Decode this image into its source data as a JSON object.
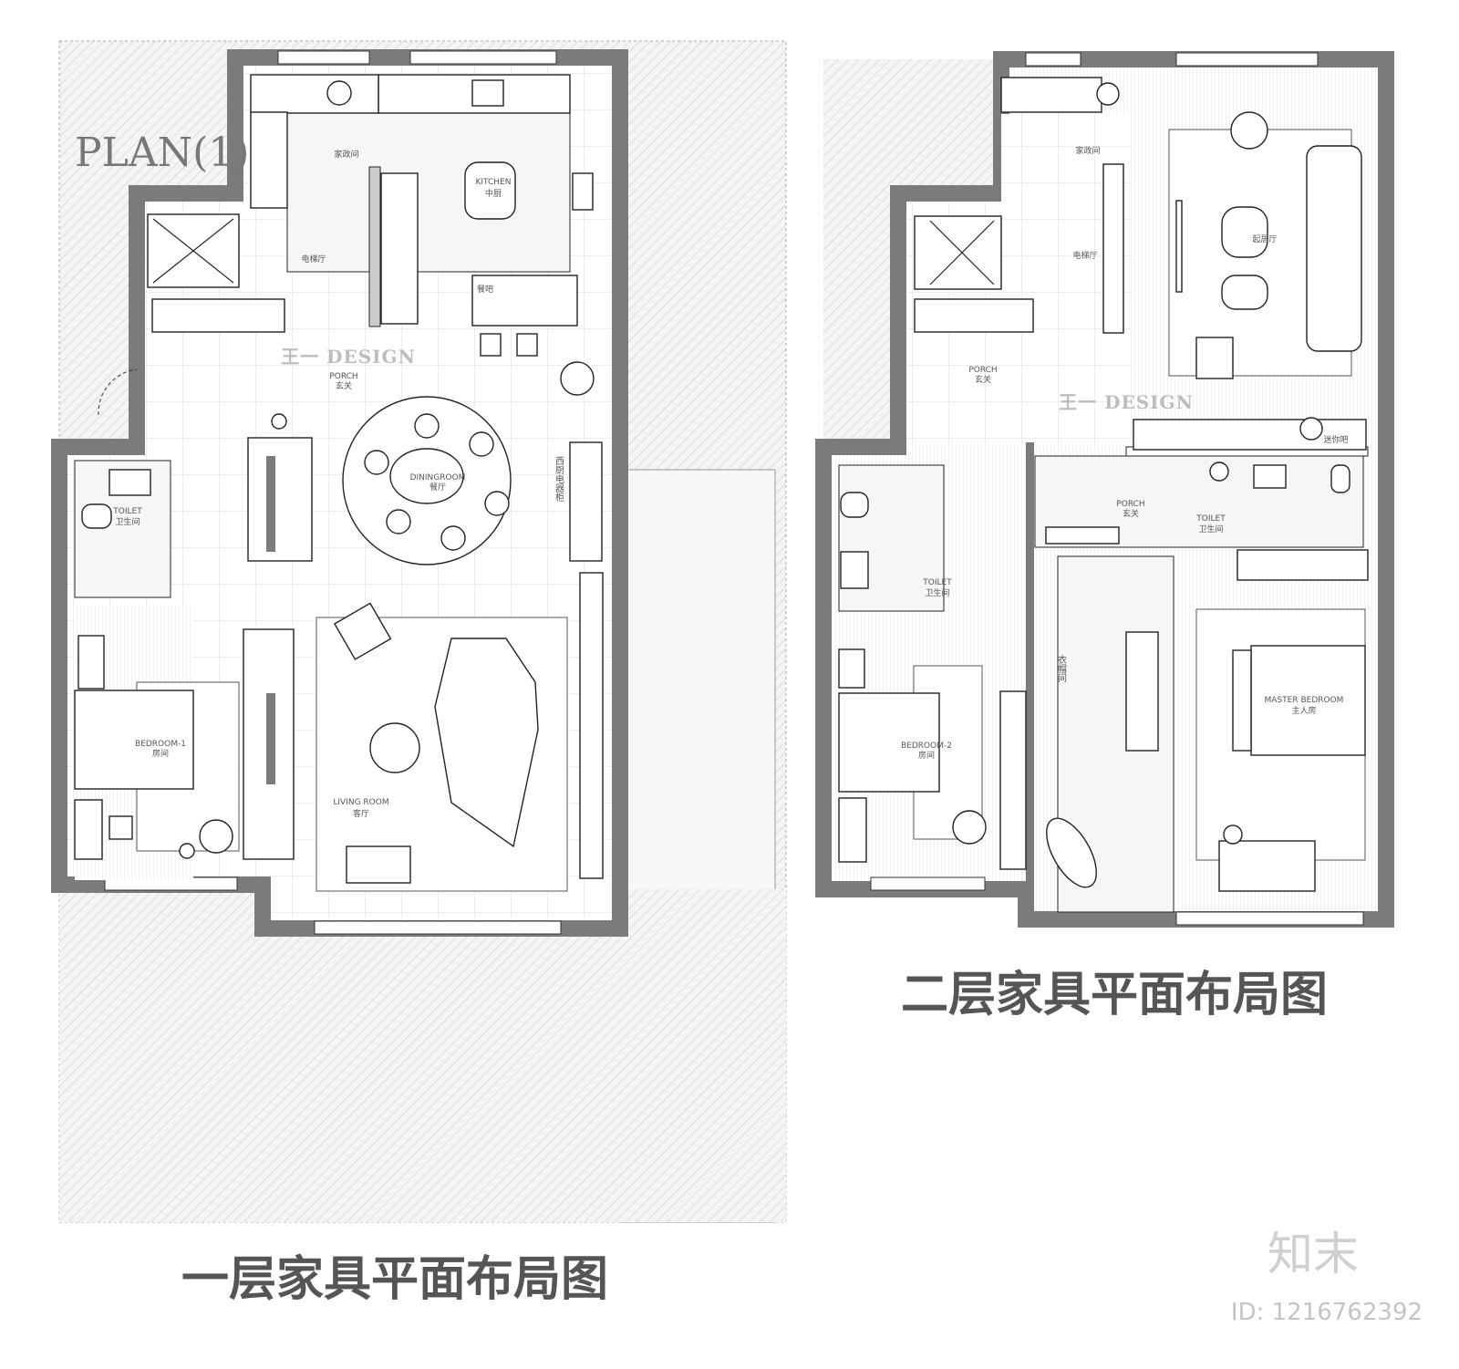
{
  "plan1": {
    "heading": "PLAN(1)",
    "caption": "一层家具平面布局图",
    "watermark": "王一 DESIGN",
    "rooms": {
      "laundry": "家政间",
      "kitchen_en": "KITCHEN",
      "kitchen_cn": "中厨",
      "elevator_hall": "电梯厅",
      "bar": "餐吧",
      "porch_en": "PORCH",
      "porch_cn": "玄关",
      "dining_en": "DININGROOM",
      "dining_cn": "餐厅",
      "appliance_cabinet": "西厨电器柜",
      "toilet_en": "TOILET",
      "toilet_cn": "卫生间",
      "bedroom_en": "BEDROOM-1",
      "bedroom_cn": "房间",
      "living_en": "LIVING ROOM",
      "living_cn": "客厅"
    }
  },
  "plan2": {
    "caption": "二层家具平面布局图",
    "watermark": "王一 DESIGN",
    "rooms": {
      "laundry": "家政间",
      "elevator_hall": "电梯厅",
      "family_room": "起居厅",
      "porch1_en": "PORCH",
      "porch1_cn": "玄关",
      "mini_bar": "迷你吧",
      "porch2_en": "PORCH",
      "porch2_cn": "玄关",
      "toilet1_en": "TOILET",
      "toilet1_cn": "卫生间",
      "toilet2_en": "TOILET",
      "toilet2_cn": "卫生间",
      "closet": "衣帽间",
      "bedroom_en": "BEDROOM-2",
      "bedroom_cn": "房间",
      "master_en": "MASTER BEDROOM",
      "master_cn": "主人房"
    }
  },
  "branding": {
    "logo": "知末",
    "id": "ID: 1216762392"
  },
  "colors": {
    "wall": "#7b7b7b",
    "hatch": "#c8c8c8",
    "text": "#555555"
  }
}
